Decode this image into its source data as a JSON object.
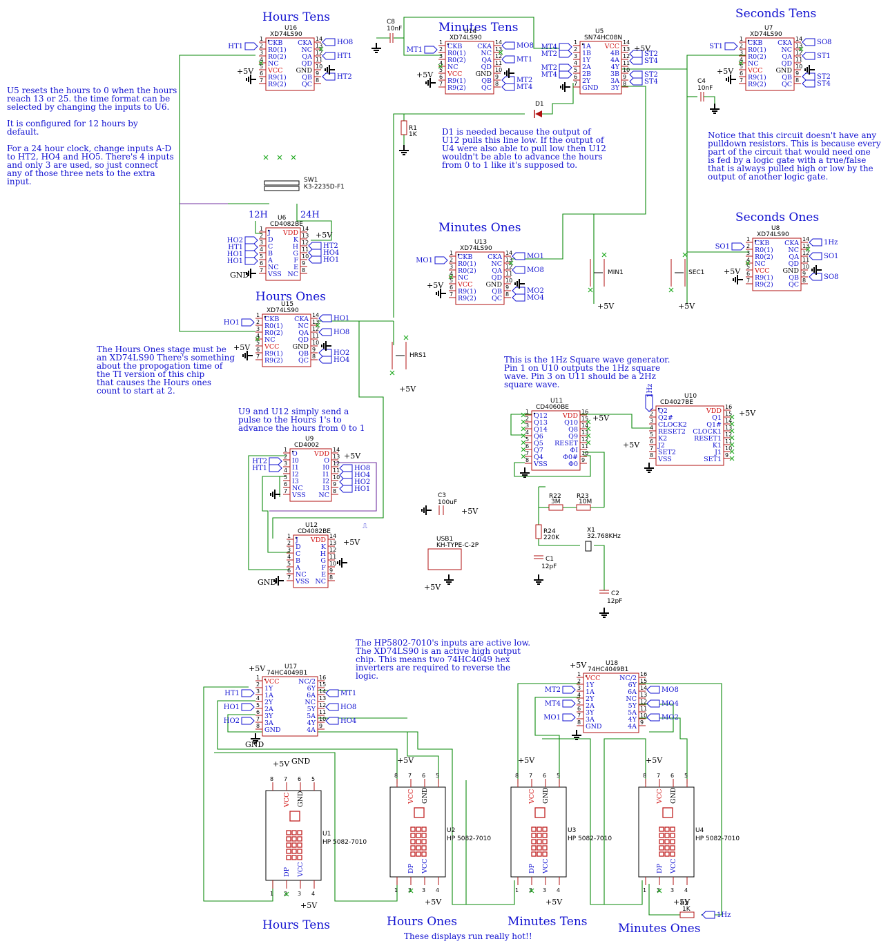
{
  "headings": {
    "hours_tens": "Hours Tens",
    "minutes_tens": "Minutes Tens",
    "seconds_tens": "Seconds Tens",
    "minutes_ones": "Minutes Ones",
    "seconds_ones": "Seconds Ones",
    "hours_ones": "Hours Ones",
    "disp_hours_tens": "Hours Tens",
    "disp_hours_ones": "Hours Ones",
    "disp_minutes_tens": "Minutes Tens",
    "disp_minutes_ones": "Minutes Ones"
  },
  "notes": {
    "u5_reset": [
      "U5 resets the hours to 0 when the hours",
      "reach 13 or 25. the time format can be",
      "selected by changing the inputs to U6.",
      "",
      "It is configured for 12 hours by",
      "default.",
      "",
      "For a 24 hour clock, change inputs A-D",
      "to HT2, HO4 and HO5. There's 4 inputs",
      "and only 3 are used, so just connect",
      "any of those three nets to the extra",
      "input."
    ],
    "d1": [
      "D1 is needed because the output of",
      "U12 pulls this line low. If the output of",
      "U4 were also able to pull low then U12",
      "wouldn't be able to advance the hours",
      "from 0 to 1 like it's supposed to."
    ],
    "pulldown": [
      "Notice that this circuit doesn't have any",
      "pulldown resistors. This is because every",
      "part of the circuit that would need one",
      "is fed by a logic gate with a true/false",
      "that is always pulled high or low by the",
      "output of another logic gate."
    ],
    "hours_ones": [
      "The Hours Ones stage must be",
      "an XD74LS90 There's something",
      "about the propogation time of",
      "the TI version of this chip",
      "that causes the Hours ones",
      "count to start at 2."
    ],
    "u9_u12": [
      "U9 and U12 simply send a",
      "pulse to the Hours 1's to",
      "advance the hours from 0 to 1"
    ],
    "square_wave": [
      "This is the 1Hz Square wave generator.",
      "Pin 1 on U10 outputs the 1Hz square",
      "wave. Pin 3 on U11 should be a 2Hz",
      "square wave."
    ],
    "hp5802": [
      "The HP5802-7010's inputs are active low.",
      "The XD74LS90 is an active high output",
      "chip. This means two 74HC4049 hex",
      "inverters are required to reverse the",
      "logic."
    ],
    "hot": "These displays run really hot!!"
  },
  "counters": [
    {
      "ref": "U16",
      "part": "XD74LS90",
      "nets_in": [
        "HT1"
      ],
      "nets_out": [
        "HO8",
        "HT1",
        "HT2"
      ]
    },
    {
      "ref": "U14",
      "part": "XD74LS90",
      "nets_in": [
        "MT1"
      ],
      "nets_out": [
        "MO8",
        "MT1",
        "MT2",
        "MT4"
      ]
    },
    {
      "ref": "U7",
      "part": "XD74LS90",
      "nets_in": [
        "ST1"
      ],
      "nets_out": [
        "SO8",
        "ST1",
        "ST2",
        "ST4"
      ]
    },
    {
      "ref": "U13",
      "part": "XD74LS90",
      "nets_in": [
        "MO1"
      ],
      "nets_out": [
        "MO1",
        "MO8",
        "MO2",
        "MO4"
      ]
    },
    {
      "ref": "U8",
      "part": "XD74LS90",
      "nets_in": [
        "SO1"
      ],
      "nets_out": [
        "1Hz",
        "SO1",
        "SO8"
      ]
    },
    {
      "ref": "U15",
      "part": "XD74LS90",
      "nets_in": [
        "HO1"
      ],
      "nets_out": [
        "HO1",
        "HO8",
        "HO2",
        "HO4"
      ]
    }
  ],
  "ls90_pins_left": [
    "CKB",
    "R0(1)",
    "R0(2)",
    "NC",
    "VCC",
    "R9(1)",
    "R9(2)"
  ],
  "ls90_pins_right": [
    "CKA",
    "NC",
    "QA",
    "QD",
    "GND",
    "QB",
    "QC"
  ],
  "ls90_nums_left": [
    "1",
    "2",
    "3",
    "4",
    "5",
    "6",
    "7"
  ],
  "ls90_nums_right": [
    "14",
    "13",
    "12",
    "11",
    "10",
    "9",
    "8"
  ],
  "u5": {
    "ref": "U5",
    "part": "SN74HC08N",
    "left": [
      "1A",
      "1B",
      "1Y",
      "2A",
      "2B",
      "2Y",
      "GND"
    ],
    "right": [
      "VCC",
      "4B",
      "4A",
      "4Y",
      "3B",
      "3A",
      "3Y"
    ],
    "nets_in": [
      "MT4",
      "MT2",
      "MT2",
      "MT4"
    ],
    "nets_out": [
      "ST2",
      "ST4",
      "ST2",
      "ST4"
    ]
  },
  "u6": {
    "ref": "U6",
    "part": "CD4082BE",
    "left": [
      "J",
      "D",
      "C",
      "B",
      "A",
      "NC",
      "VSS"
    ],
    "right": [
      "VDD",
      "K",
      "H",
      "G",
      "F",
      "E",
      "NC"
    ],
    "nets_in": [
      "HO2",
      "HT1",
      "HO1",
      "HO1"
    ],
    "nets_out": [
      "HT2",
      "HO4",
      "HO1"
    ],
    "sel12": "12H",
    "sel24": "24H"
  },
  "u12": {
    "ref": "U12",
    "part": "CD4082BE",
    "left": [
      "J",
      "D",
      "C",
      "B",
      "A",
      "NC",
      "VSS"
    ],
    "right": [
      "VDD",
      "K",
      "H",
      "G",
      "F",
      "E",
      "NC"
    ]
  },
  "u9": {
    "ref": "U9",
    "part": "CD4002",
    "left": [
      "O",
      "I0",
      "I1",
      "I2",
      "I3",
      "NC",
      "VSS"
    ],
    "right": [
      "VDD",
      "O",
      "I0",
      "I1",
      "I2",
      "I3",
      "NC"
    ],
    "nets_in": [
      "HT2",
      "HT1"
    ],
    "nets_out": [
      "HO8",
      "HO4",
      "HO2",
      "HO1"
    ],
    "pulse": "⎍"
  },
  "u11": {
    "ref": "U11",
    "part": "CD4060BE",
    "left": [
      "Q12",
      "Q13",
      "Q14",
      "Q6",
      "Q5",
      "Q7",
      "Q4",
      "VSS"
    ],
    "right": [
      "VDD",
      "Q10",
      "Q8",
      "Q9",
      "RESET",
      "ΦI",
      "Φ0#",
      "Φ0"
    ]
  },
  "u10": {
    "ref": "U10",
    "part": "CD4027BE",
    "left": [
      "Q2",
      "Q2#",
      "CLOCK2",
      "RESET2",
      "K2",
      "J2",
      "SET2",
      "VSS"
    ],
    "right": [
      "VDD",
      "Q1",
      "Q1#",
      "CLOCK1",
      "RESET1",
      "K1",
      "J1",
      "SET1"
    ],
    "net": "1Hz"
  },
  "inverters": [
    {
      "ref": "U17",
      "part": "74HC4049B1",
      "left": [
        "VCC",
        "1Y",
        "1A",
        "2Y",
        "2A",
        "3Y",
        "3A",
        "GND"
      ],
      "right": [
        "NC/2",
        "6Y",
        "6A",
        "NC",
        "5Y",
        "5A",
        "4Y",
        "4A"
      ],
      "nets_in": [
        "HT1",
        "HO1",
        "HO2"
      ],
      "nets_out": [
        "MT1",
        "HO8",
        "HO4"
      ]
    },
    {
      "ref": "U18",
      "part": "74HC4049B1",
      "left": [
        "VCC",
        "1Y",
        "1A",
        "2Y",
        "2A",
        "3Y",
        "3A",
        "GND"
      ],
      "right": [
        "NC/2",
        "6Y",
        "6A",
        "NC",
        "5Y",
        "5A",
        "4Y",
        "4A"
      ],
      "nets_in": [
        "MT2",
        "MT4",
        "MO1"
      ],
      "nets_out": [
        "MO8",
        "MO4",
        "MO2"
      ]
    }
  ],
  "displays": [
    {
      "ref": "U1",
      "part": "HP 5082-7010"
    },
    {
      "ref": "U2",
      "part": "HP 5082-7010"
    },
    {
      "ref": "U3",
      "part": "HP 5082-7010"
    },
    {
      "ref": "U4",
      "part": "HP 5082-7010"
    }
  ],
  "disp_pins": {
    "vcc": "VCC",
    "gnd": "GND",
    "dp": "DP"
  },
  "passives": {
    "c8": {
      "ref": "C8",
      "value": "10nF"
    },
    "c4": {
      "ref": "C4",
      "value": "10nF"
    },
    "r1": {
      "ref": "R1",
      "value": "1K"
    },
    "d1": {
      "ref": "D1"
    },
    "sw1": {
      "ref": "SW1",
      "value": "K3-2235D-F1"
    },
    "min1": {
      "ref": "MIN1"
    },
    "sec1": {
      "ref": "SEC1"
    },
    "hrs1": {
      "ref": "HRS1"
    },
    "c3": {
      "ref": "C3",
      "value": "100uF"
    },
    "usb1": {
      "ref": "USB1",
      "value": "KH-TYPE-C-2P"
    },
    "r22": {
      "ref": "R22",
      "value": "3M"
    },
    "r23": {
      "ref": "R23",
      "value": "10M"
    },
    "r24": {
      "ref": "R24",
      "value": "220K"
    },
    "x1": {
      "ref": "X1",
      "value": "32.768KHz"
    },
    "c1": {
      "ref": "C1",
      "value": "12pF"
    },
    "c2": {
      "ref": "C2",
      "value": "12pF"
    },
    "r2": {
      "ref": "R2",
      "value": "1K"
    }
  },
  "power": {
    "vcc": "+5V",
    "gnd": "GND"
  },
  "colors": {
    "title": "#1010d0",
    "wire": "#0b8a0b",
    "body": "#b01010",
    "bus": "#7030a0"
  }
}
